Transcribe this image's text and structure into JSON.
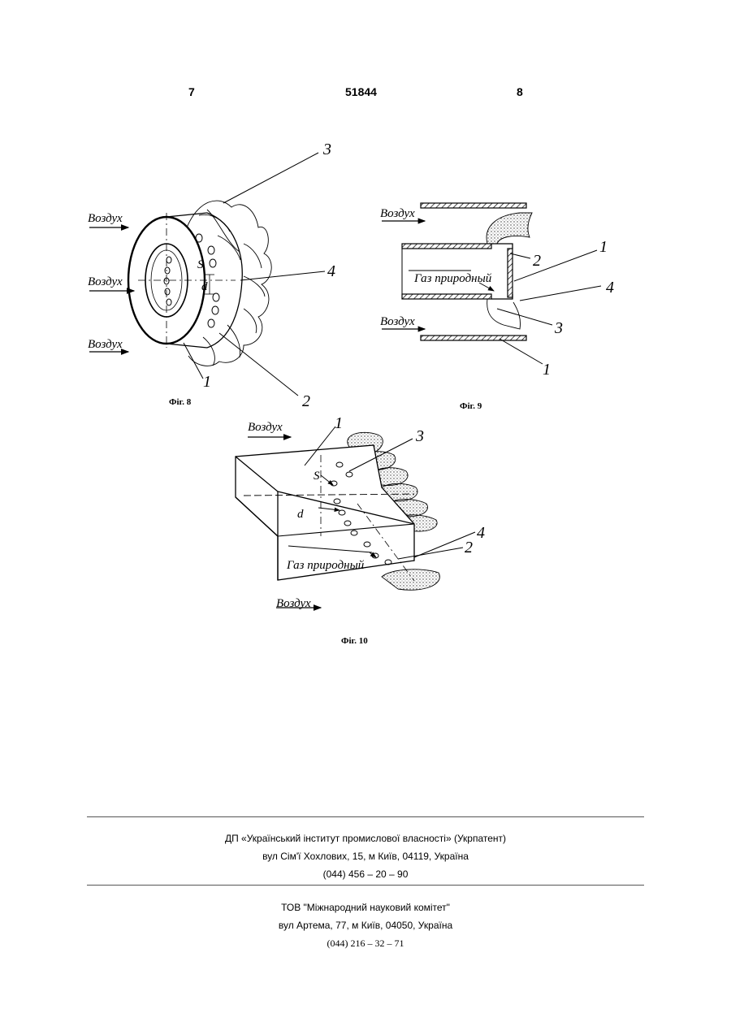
{
  "header": {
    "page_left": "7",
    "doc_number": "51844",
    "page_right": "8"
  },
  "figures": {
    "fig8": {
      "caption": "Фiг. 8",
      "air_labels": [
        "Воздух",
        "Воздух",
        "Воздух"
      ],
      "callouts": [
        "3",
        "4",
        "1",
        "2"
      ],
      "dims": [
        "S",
        "d"
      ]
    },
    "fig9": {
      "caption": "Фiг. 9",
      "air_labels": [
        "Воздух",
        "Воздух"
      ],
      "gas_label": "Газ природный",
      "callouts": [
        "2",
        "1",
        "4",
        "3",
        "1"
      ]
    },
    "fig10": {
      "caption": "Фiг. 10",
      "air_labels": [
        "Воздух",
        "Воздух"
      ],
      "gas_label": "Газ природный",
      "callouts": [
        "1",
        "3",
        "4",
        "2"
      ],
      "dims": [
        "S",
        "d"
      ]
    }
  },
  "footer": {
    "block1": {
      "line1": "ДП «Український інститут промислової власності» (Укрпатент)",
      "line2": "вул  Сім'ї Хохлових, 15, м  Київ, 04119, Україна",
      "line3": "(044) 456 – 20 –  90"
    },
    "block2": {
      "line1": "ТОВ \"Міжнародний науковий комітет\"",
      "line2": "вул  Артема, 77, м  Київ, 04050, Україна",
      "line3": "(044) 216 – 32 – 71"
    }
  }
}
